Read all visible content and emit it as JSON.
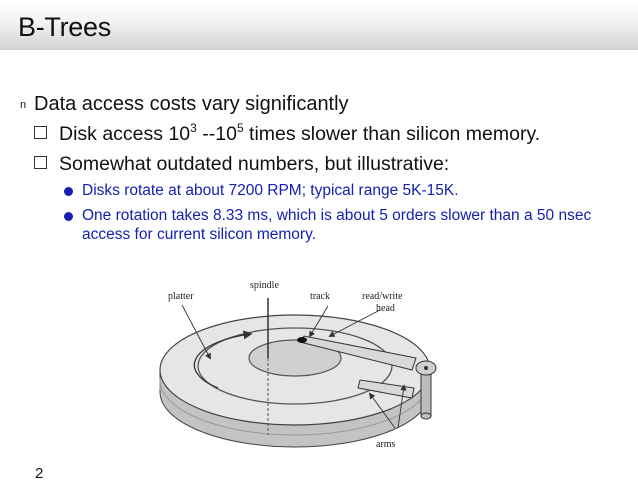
{
  "slide": {
    "title": "B-Trees",
    "page_number": "2"
  },
  "bullets": {
    "level1_marker": "n",
    "level1_text": "Data access costs vary significantly",
    "item1": {
      "pre": "Disk access 10",
      "exp1": "3",
      "mid": " --10",
      "exp2": "5",
      "post": " times slower than silicon memory."
    },
    "item2": "Somewhat outdated numbers, but illustrative:",
    "sub1": "Disks rotate at about 7200 RPM; typical range 5K-15K.",
    "sub2": "One rotation takes 8.33 ms, which is about 5 orders slower than a 50 nsec access for current silicon memory."
  },
  "diagram": {
    "labels": {
      "platter": "platter",
      "spindle": "spindle",
      "track": "track",
      "head_line1": "read/write",
      "head_line2": "head",
      "arms": "arms"
    }
  }
}
